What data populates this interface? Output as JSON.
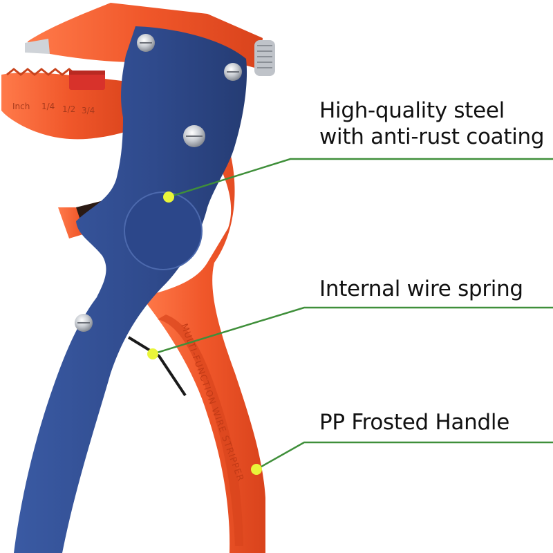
{
  "product": {
    "name": "wire stripper pliers",
    "handle_imprint": "MULTI-FUNCTION WIRE STRIPPER",
    "scale_marks": [
      "Inch",
      "1/4",
      "1/2",
      "3/4"
    ]
  },
  "callouts": [
    {
      "id": "steel",
      "line1": "High-quality steel",
      "line2": "with anti-rust coating"
    },
    {
      "id": "spring",
      "line1": "Internal wire spring"
    },
    {
      "id": "handle",
      "line1": "PP Frosted Handle"
    }
  ],
  "colors": {
    "background": "#ffffff",
    "body_blue": "#2f4a8c",
    "handle_orange": "#f0572a",
    "jaw_orange": "#f4623a",
    "callout_line": "#3f8f3a",
    "callout_dot": "#e9f53a",
    "text": "#111111"
  }
}
